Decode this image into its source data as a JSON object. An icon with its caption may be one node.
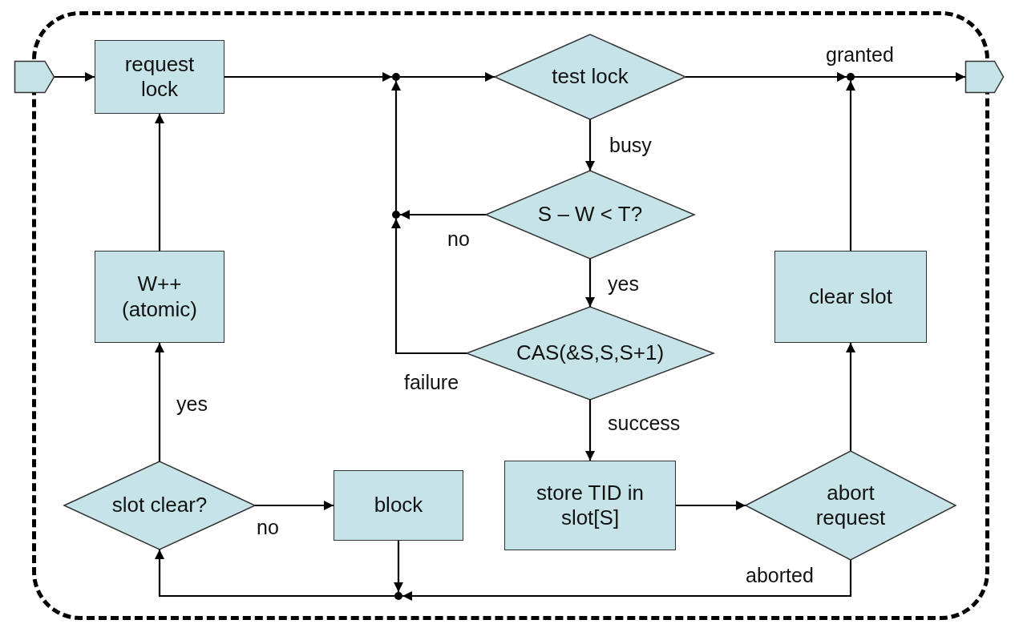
{
  "diagram": {
    "nodes": [
      {
        "text": [],
        "shape": "box"
      },
      {
        "text": [],
        "shape": "pentagon"
      },
      {
        "text": [
          "request lock"
        ],
        "in": 0
      },
      {
        "text": [],
        "shape": "circle",
        "in": 0
      },
      {
        "text": [
          "test lock"
        ],
        "in": 0
      },
      {
        "text": [],
        "shape": "circle",
        "in": 0
      },
      {
        "text": [],
        "shape": "pentagon"
      },
      {
        "text": [],
        "shape": "circle",
        "in": 0
      },
      {
        "text": [
          "S – W < T?"
        ],
        "in": 0
      },
      {
        "text": [
          "W++ (atomic)"
        ],
        "in": 0
      },
      {
        "text": [
          "clear slot"
        ],
        "in": 0
      },
      {
        "text": [
          "CAS(&S,S,S+1)"
        ],
        "in": 0
      },
      {
        "text": [
          "slot clear?"
        ],
        "in": 0
      },
      {
        "text": [
          "block"
        ],
        "in": 0
      },
      {
        "text": [
          "store TID in slot[S]"
        ],
        "in": 0
      },
      {
        "text": [
          "abort request"
        ],
        "in": 0
      },
      {
        "text": [],
        "shape": "circle",
        "in": 0
      }
    ],
    "edges": [
      {
        "from": 1,
        "to": 2,
        "arrow": "to"
      },
      {
        "from": 2,
        "to": 3,
        "arrow": "to"
      },
      {
        "from": 3,
        "to": 4,
        "arrow": "to"
      },
      {
        "from": 4,
        "to": 5,
        "arrow": "to",
        "label": "granted"
      },
      {
        "from": 5,
        "to": 6,
        "arrow": "to"
      },
      {
        "from": 4,
        "to": 8,
        "arrow": "to",
        "label": "busy"
      },
      {
        "from": 8,
        "to": 7,
        "arrow": "to",
        "label": "no"
      },
      {
        "from": 7,
        "to": 3,
        "arrow": "to"
      },
      {
        "from": 11,
        "to": 7,
        "arrow": "to",
        "label": "failure"
      },
      {
        "from": 8,
        "to": 11,
        "arrow": "to",
        "label": "yes"
      },
      {
        "from": 11,
        "to": 14,
        "arrow": "to",
        "label": "success"
      },
      {
        "from": 14,
        "to": 15,
        "arrow": "to"
      },
      {
        "from": 15,
        "to": 10,
        "arrow": "to"
      },
      {
        "from": 10,
        "to": 5,
        "arrow": "to"
      },
      {
        "from": 15,
        "to": 16,
        "arrow": "to",
        "label": "aborted"
      },
      {
        "from": 13,
        "to": 16,
        "arrow": "to"
      },
      {
        "from": 16,
        "to": 12,
        "arrow": "to"
      },
      {
        "from": 12,
        "to": 13,
        "arrow": "to",
        "label": "no"
      },
      {
        "from": 12,
        "to": 9,
        "arrow": "to",
        "label": "yes"
      },
      {
        "from": 9,
        "to": 2,
        "arrow": "to"
      }
    ]
  }
}
